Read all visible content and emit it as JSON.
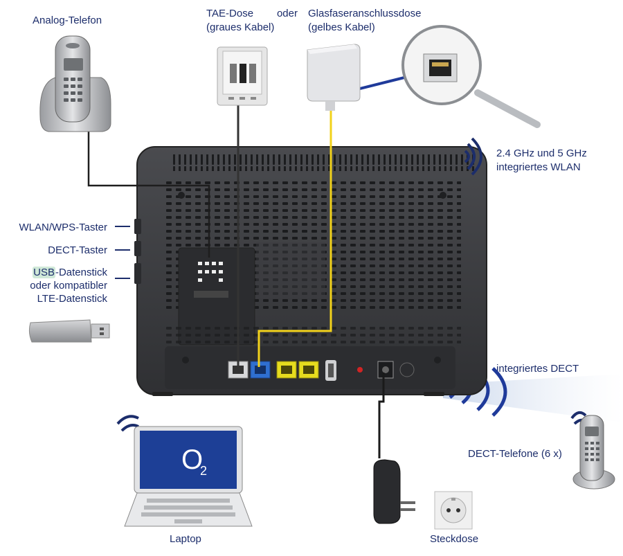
{
  "labels": {
    "analog_phone": "Analog-Telefon",
    "tae_line1": "TAE-Dose",
    "tae_or": "oder",
    "tae_line2": "(graues Kabel)",
    "fiber_line1": "Glasfaseranschlussdose",
    "fiber_line2": "(gelbes Kabel)",
    "wlan_line1": "2.4 GHz und 5 GHz",
    "wlan_line2": "integriertes WLAN",
    "wps_button": "WLAN/WPS-Taster",
    "dect_button": "DECT-Taster",
    "usb_prefix": "USB",
    "usb_suffix": "-Datenstick",
    "usb_line2": "oder kompatibler",
    "usb_line3": "LTE-Datenstick",
    "dect_integrated": "integriertes DECT",
    "dect_phones": "DECT-Telefone (6 x)",
    "laptop": "Laptop",
    "socket": "Steckdose",
    "laptop_logo": "O",
    "laptop_logo_sub": "2"
  },
  "colors": {
    "label_text": "#1c2d6b",
    "router_body": "#3a3b3e",
    "grey_cable": "#333333",
    "yellow_cable": "#f2d21b",
    "fiber_cable": "#1f3a9a",
    "blue_port": "#2f6fd0",
    "yellow_port": "#e6dc1e",
    "laptop_screen": "#1d3f96"
  }
}
